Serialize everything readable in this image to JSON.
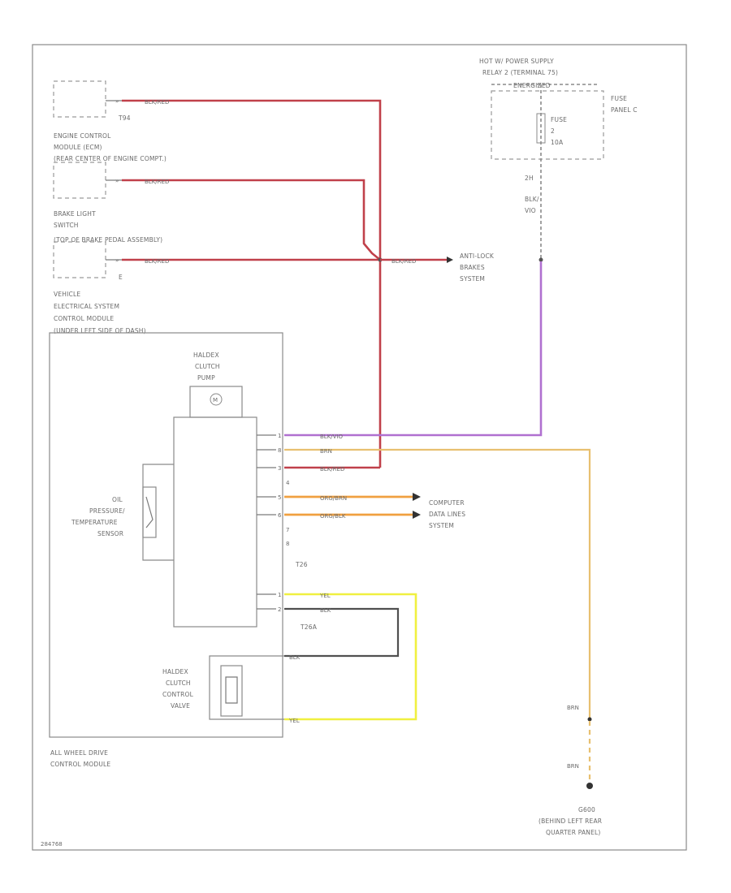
{
  "diagram": {
    "ecm": {
      "lines": [
        "ENGINE CONTROL",
        "MODULE (ECM)",
        "(REAR CENTER OF ENGINE COMPT.)"
      ],
      "connector": "T94"
    },
    "brake_switch": {
      "lines": [
        "BRAKE LIGHT",
        "SWITCH",
        "(TOP OF BRAKE PEDAL ASSEMBLY)"
      ],
      "pin": "E"
    },
    "vesc": {
      "lines": [
        "VEHICLE",
        "ELECTRICAL SYSTEM",
        "CONTROL MODULE",
        "(UNDER LEFT SIDE OF DASH)"
      ]
    },
    "power_supply": {
      "lines": [
        "HOT W/ POWER SUPPLY",
        "RELAY 2 (TERMINAL 75)"
      ],
      "status": "ENERGIZED"
    },
    "fuse": {
      "lines": [
        "FUSE",
        "2",
        "10A"
      ],
      "panel": [
        "FUSE",
        "PANEL C"
      ],
      "pin": "2H",
      "wire": [
        "BLK/",
        "VIO"
      ]
    },
    "abs": {
      "lines": [
        "ANTI-LOCK",
        "BRAKES",
        "SYSTEM"
      ]
    },
    "haldex_fuse": {
      "lines": [
        "HALDEX",
        "CLUTCH",
        "PUMP"
      ],
      "symbol": "M"
    },
    "oil_sensor": {
      "lines": [
        "OIL",
        "PRESSURE/",
        "TEMPERATURE",
        "SENSOR"
      ]
    },
    "valve": {
      "lines": [
        "HALDEX",
        "CLUTCH",
        "CONTROL",
        "VALVE"
      ]
    },
    "awd_module": {
      "lines": [
        "ALL WHEEL DRIVE",
        "CONTROL MODULE"
      ],
      "connector_a": "T26",
      "connector_b": "T26A"
    },
    "computer": {
      "lines": [
        "COMPUTER",
        "DATA LINES",
        "SYSTEM"
      ]
    },
    "ground": {
      "lines": [
        "G600",
        "(BEHIND LEFT REAR",
        "QUARTER PANEL)"
      ],
      "wire_top": "BRN",
      "wire_bottom": "BRN"
    },
    "wires": {
      "ecm_red": "BLK/RED",
      "brake_red": "BLK/RED",
      "vesc_red": "BLK/RED",
      "abs_red": "BLK/RED",
      "pin1": "BLK/VIO",
      "pin2": "BRN",
      "pin3": "BLK/RED",
      "pin5": "ORG/BRN",
      "pin6": "ORG/BLK",
      "yel_top": "YEL",
      "blk_top": "BLK",
      "blk_valve": "BLK",
      "yel_valve": "YEL"
    },
    "pins": {
      "p1": "1",
      "p2": "8",
      "p3": "3",
      "p4": "4",
      "p5": "5",
      "p6": "6",
      "p7": "7",
      "p8": "8",
      "pa1": "1",
      "pa2": "2"
    },
    "footer_code": "284768"
  },
  "colors": {
    "red_wire": "#c0404a",
    "violet_wire": "#b070d0",
    "brown_wire": "#e8c070",
    "orange_wire": "#f0a040",
    "yellow_wire": "#f0f040",
    "black_wire": "#505050"
  }
}
